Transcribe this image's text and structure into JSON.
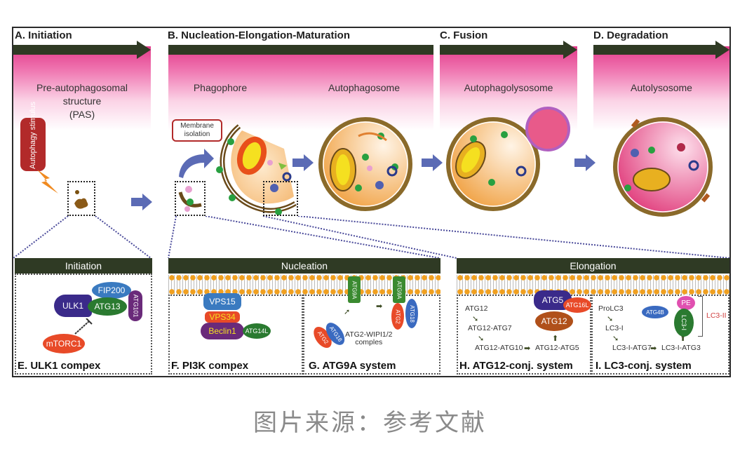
{
  "figure": {
    "stages": [
      {
        "id": "A",
        "title": "A. Initiation",
        "labels": [
          "Pre-autophagosomal",
          "structure",
          "(PAS)"
        ]
      },
      {
        "id": "B",
        "title": "B. Nucleation-Elongation-Maturation",
        "labels": [
          "Phagophore",
          "Autophagosome"
        ]
      },
      {
        "id": "C",
        "title": "C. Fusion",
        "labels": [
          "Autophagolysosome"
        ]
      },
      {
        "id": "D",
        "title": "D. Degradation",
        "labels": [
          "Autolysosome"
        ]
      }
    ],
    "stimulus_label": "Autophagy stimulus",
    "membrane_isolation_label": "Membrane isolation",
    "panels": {
      "initiation": {
        "header": "Initiation",
        "caption": "E. ULK1 compex",
        "proteins": [
          "FIP200",
          "ULK1",
          "ATG13",
          "ATG101",
          "mTORC1"
        ]
      },
      "nucleation": {
        "header": "Nucleation",
        "pi3k": {
          "caption": "F. PI3K compex",
          "proteins": [
            "VPS15",
            "VPS34",
            "Beclin1",
            "ATG14L"
          ]
        },
        "atg9a": {
          "caption": "G. ATG9A system",
          "proteins": [
            "ATG9A",
            "ATG9A",
            "ATG2",
            "ATG18",
            "ATG2",
            "ATG18"
          ],
          "complex_label": [
            "ATG2-WIPI1/2",
            "comples"
          ]
        }
      },
      "elongation": {
        "header": "Elongation",
        "atg12": {
          "caption": "H. ATG12-conj. system",
          "steps": [
            "ATG12",
            "ATG12-ATG7",
            "ATG12-ATG10",
            "ATG12-ATG5"
          ],
          "proteins": [
            "ATG5",
            "ATG16L",
            "ATG12"
          ]
        },
        "lc3": {
          "caption": "I. LC3-conj. system",
          "steps": [
            "ProLC3",
            "LC3-I",
            "LC3-I-ATG7",
            "LC3-I-ATG3"
          ],
          "proteins": [
            "ATG4B",
            "PE",
            "LC3-I"
          ],
          "bracket_label": "LC3-II"
        }
      }
    },
    "colors": {
      "header_dark": "#2f3a24",
      "stage_pink": "#e23a8a",
      "arrow_blue": "#5b6bb5",
      "caption_gray": "#8a8a8a"
    }
  },
  "source_caption": "图片来源：参考文献"
}
